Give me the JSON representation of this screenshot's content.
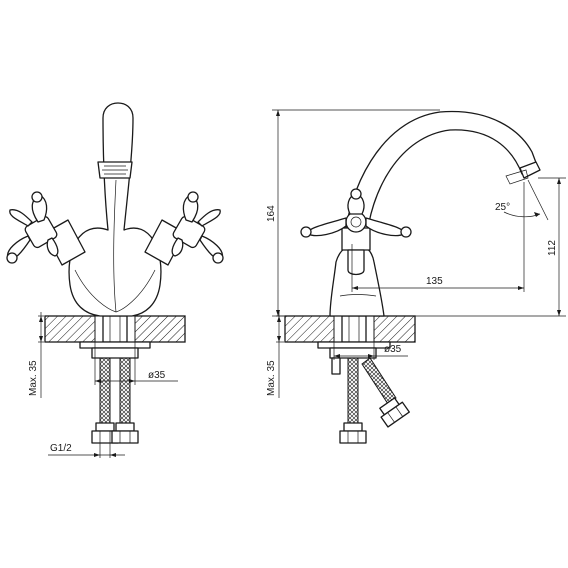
{
  "drawing": {
    "front_view": {
      "max_label": "Max. 35",
      "diameter_label": "ø35",
      "thread_label": "G1/2"
    },
    "side_view": {
      "height_label": "164",
      "spout_height_label": "112",
      "reach_label": "135",
      "angle_label": "25°",
      "max_label": "Max. 35",
      "diameter_label": "ø35"
    }
  }
}
